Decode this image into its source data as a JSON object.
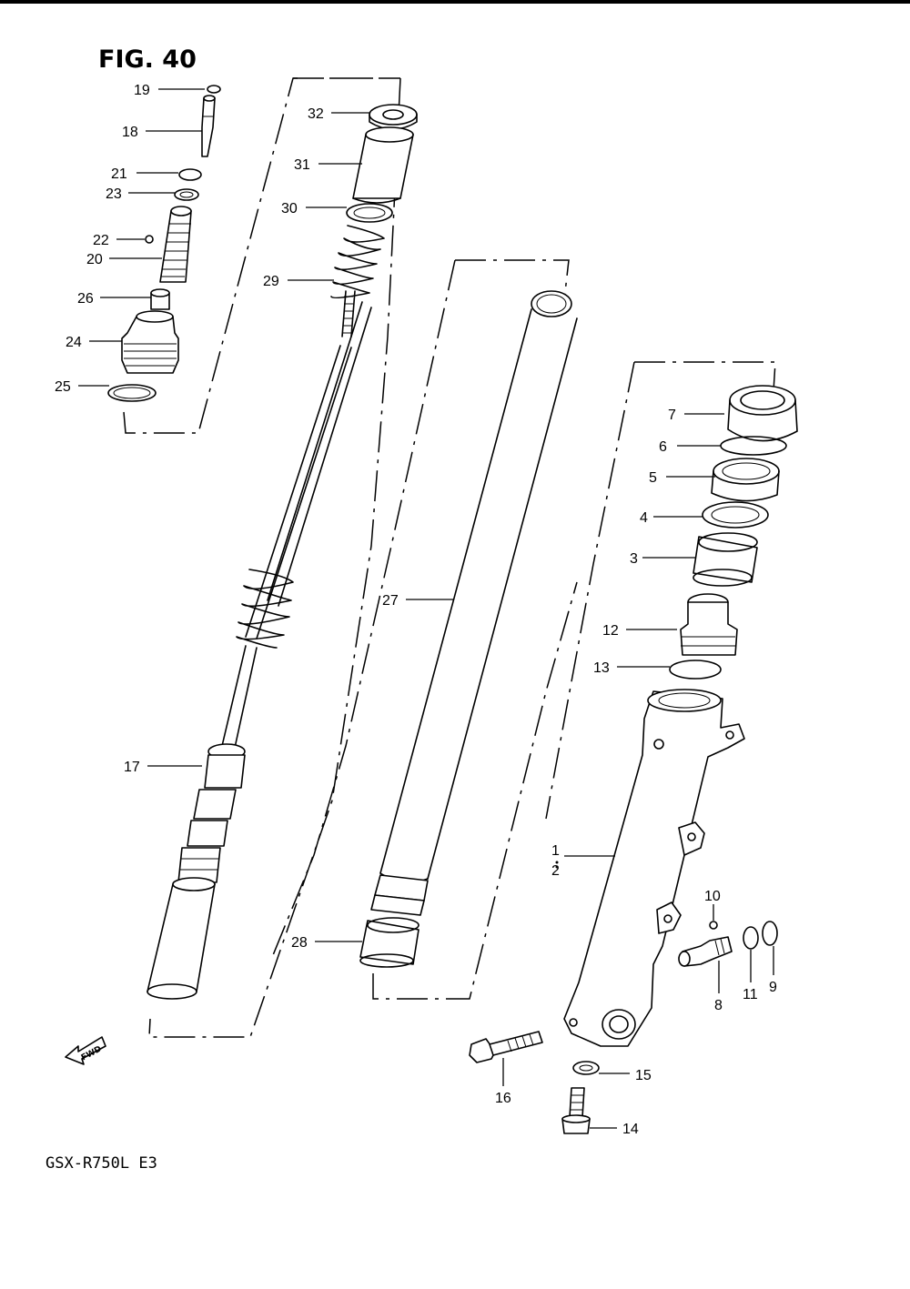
{
  "figure": {
    "title": "FIG. 40",
    "model": "GSX-R750L  E3",
    "fwd_label": "FWD"
  },
  "callouts": [
    {
      "id": "c19",
      "text": "19"
    },
    {
      "id": "c18",
      "text": "18"
    },
    {
      "id": "c21",
      "text": "21"
    },
    {
      "id": "c23",
      "text": "23"
    },
    {
      "id": "c22",
      "text": "22"
    },
    {
      "id": "c20",
      "text": "20"
    },
    {
      "id": "c26",
      "text": "26"
    },
    {
      "id": "c24",
      "text": "24"
    },
    {
      "id": "c25",
      "text": "25"
    },
    {
      "id": "c32",
      "text": "32"
    },
    {
      "id": "c31",
      "text": "31"
    },
    {
      "id": "c30",
      "text": "30"
    },
    {
      "id": "c29",
      "text": "29"
    },
    {
      "id": "c17",
      "text": "17"
    },
    {
      "id": "c27",
      "text": "27"
    },
    {
      "id": "c28",
      "text": "28"
    },
    {
      "id": "c7",
      "text": "7"
    },
    {
      "id": "c6",
      "text": "6"
    },
    {
      "id": "c5",
      "text": "5"
    },
    {
      "id": "c4",
      "text": "4"
    },
    {
      "id": "c3",
      "text": "3"
    },
    {
      "id": "c12",
      "text": "12"
    },
    {
      "id": "c13",
      "text": "13"
    },
    {
      "id": "c1",
      "text": "1"
    },
    {
      "id": "c2",
      "text": "2"
    },
    {
      "id": "c10",
      "text": "10"
    },
    {
      "id": "c8",
      "text": "8"
    },
    {
      "id": "c11",
      "text": "11"
    },
    {
      "id": "c9",
      "text": "9"
    },
    {
      "id": "c15",
      "text": "15"
    },
    {
      "id": "c16",
      "text": "16"
    },
    {
      "id": "c14",
      "text": "14"
    }
  ]
}
